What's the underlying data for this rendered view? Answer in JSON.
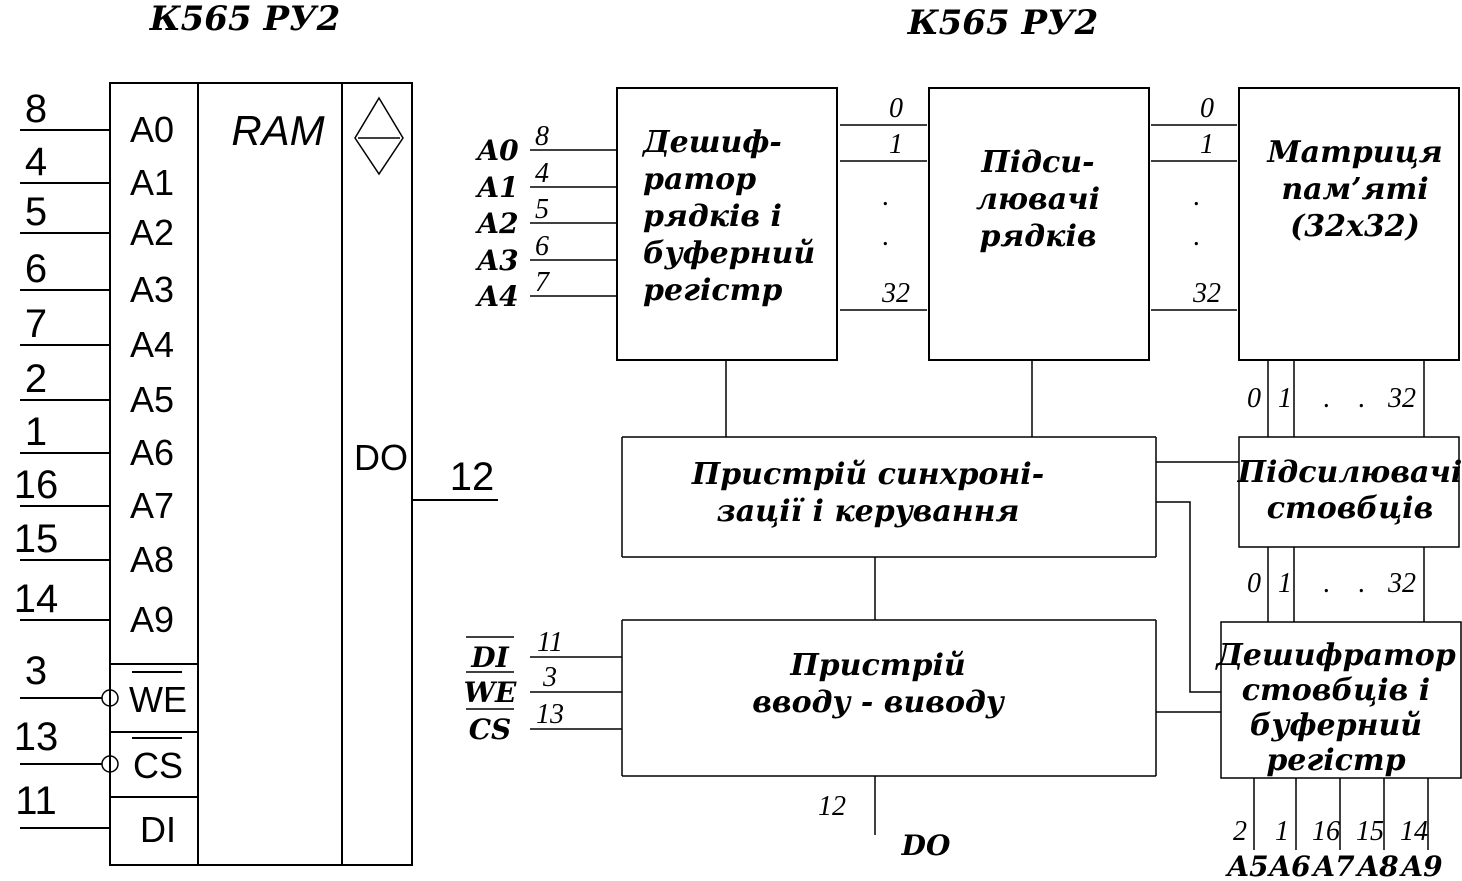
{
  "left": {
    "title": "К565 РУ2",
    "ram_label": "RAM",
    "output_label": "DO",
    "output_pin": "12",
    "address_pins": [
      {
        "num": "8",
        "name": "A0"
      },
      {
        "num": "4",
        "name": "A1"
      },
      {
        "num": "5",
        "name": "A2"
      },
      {
        "num": "6",
        "name": "A3"
      },
      {
        "num": "7",
        "name": "A4"
      },
      {
        "num": "2",
        "name": "A5"
      },
      {
        "num": "1",
        "name": "A6"
      },
      {
        "num": "16",
        "name": "A7"
      },
      {
        "num": "15",
        "name": "A8"
      },
      {
        "num": "14",
        "name": "A9"
      }
    ],
    "control_pins": [
      {
        "num": "3",
        "name": "WE",
        "inverted": true
      },
      {
        "num": "13",
        "name": "CS",
        "inverted": true
      },
      {
        "num": "11",
        "name": "DI",
        "inverted": false
      }
    ]
  },
  "right": {
    "title": "К565 РУ2",
    "row_decoder": {
      "lines": [
        "Дешиф-",
        "ратор",
        "рядків і",
        "буферний",
        "регістр"
      ],
      "inputs": [
        {
          "name": "A0",
          "num": "8"
        },
        {
          "name": "A1",
          "num": "4"
        },
        {
          "name": "A2",
          "num": "5"
        },
        {
          "name": "A3",
          "num": "6"
        },
        {
          "name": "A4",
          "num": "7"
        }
      ]
    },
    "row_amps": {
      "lines": [
        "Підси-",
        "лювачі",
        "рядків"
      ]
    },
    "matrix": {
      "lines": [
        "Матриця",
        "пам’яті",
        "(32х32)"
      ]
    },
    "bus_labels": {
      "first": "0",
      "second": "1",
      "dot": ".",
      "last": "32"
    },
    "col_bus_label": "0 1  .  . 32",
    "sync": {
      "lines": [
        "Пристрій  синхроні-",
        "зації  і керування"
      ]
    },
    "col_amps": {
      "lines": [
        "Підсилювачі",
        "стовбців"
      ]
    },
    "io": {
      "lines": [
        "Пристрій",
        "вводу - виводу"
      ],
      "inputs": [
        {
          "name": "DI",
          "num": "11"
        },
        {
          "name": "WE",
          "num": "3"
        },
        {
          "name": "CS",
          "num": "13"
        }
      ],
      "output_num": "12",
      "output_name": "DO"
    },
    "col_decoder": {
      "lines": [
        "Дешифратор",
        "стовбців і",
        "буферний",
        "регістр"
      ],
      "outputs": [
        {
          "num": "2",
          "name": "A5"
        },
        {
          "num": "1",
          "name": "A6"
        },
        {
          "num": "16",
          "name": "A7"
        },
        {
          "num": "15",
          "name": "A8"
        },
        {
          "num": "14",
          "name": "A9"
        }
      ]
    }
  }
}
